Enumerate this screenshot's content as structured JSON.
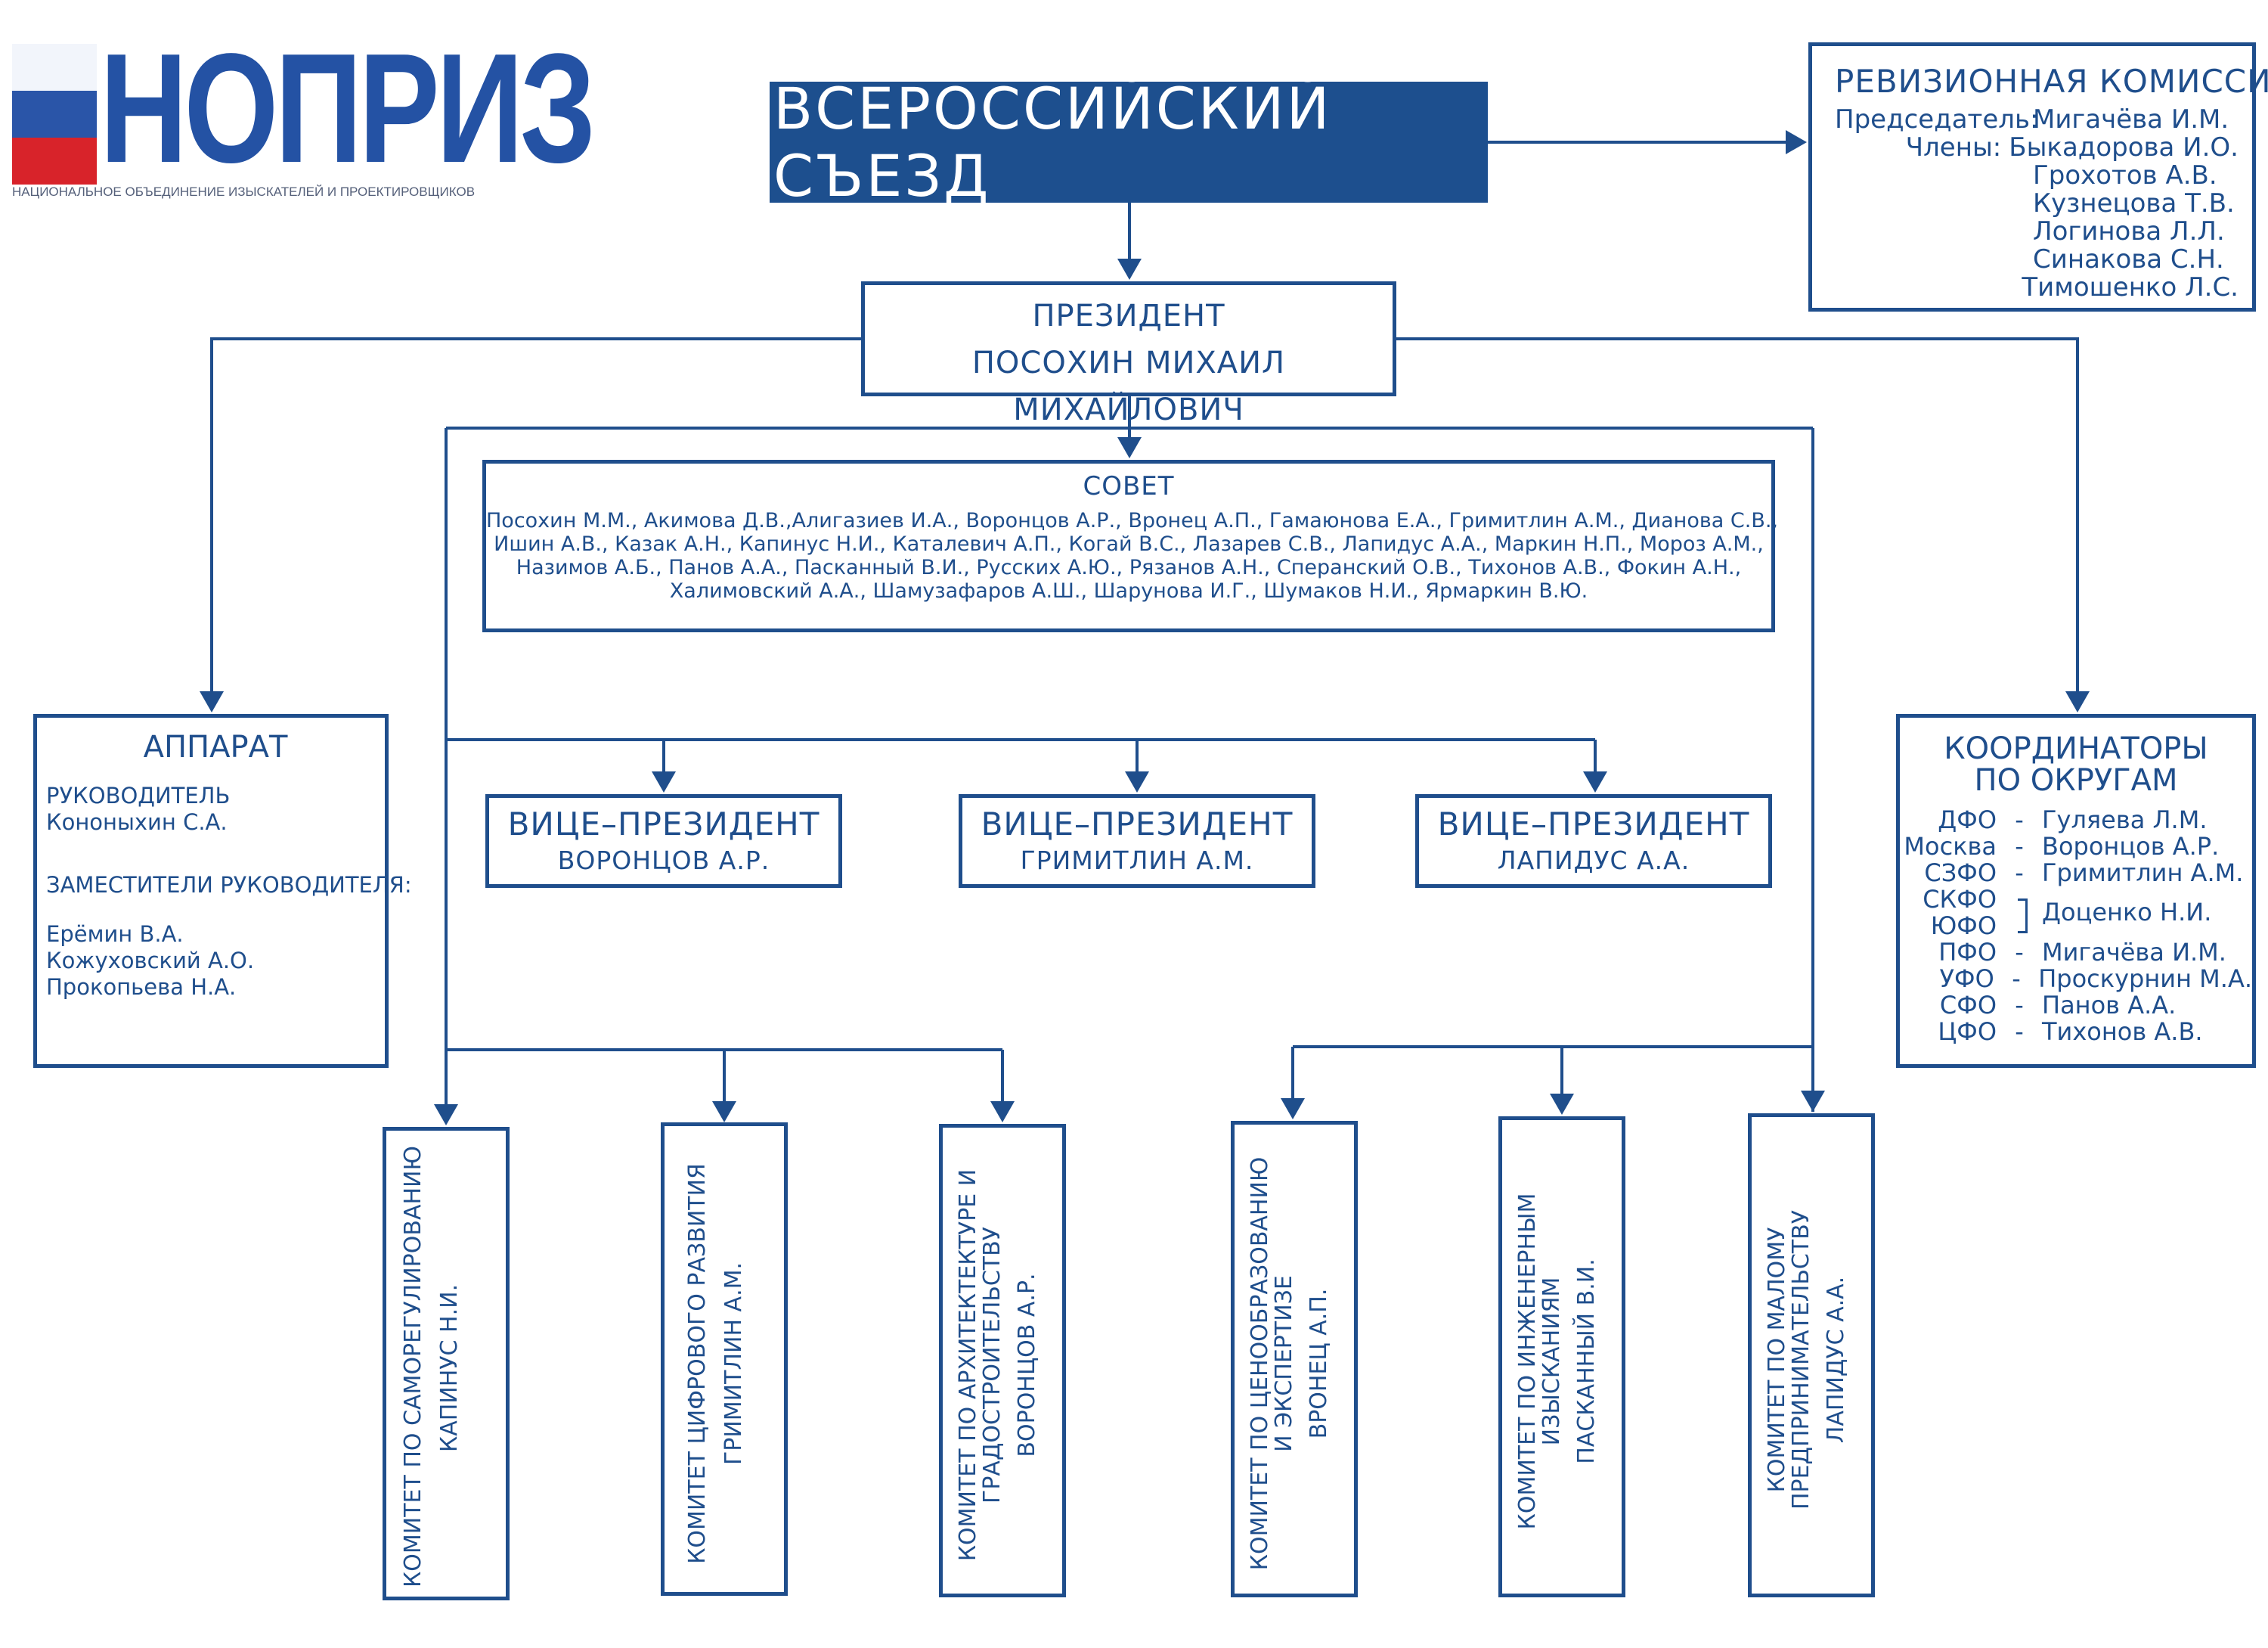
{
  "logo": {
    "name": "НОПРИЗ",
    "subtitle": "НАЦИОНАЛЬНОЕ ОБЪЕДИНЕНИЕ ИЗЫСКАТЕЛЕЙ И ПРОЕКТИРОВЩИКОВ"
  },
  "congress": {
    "title": "ВСЕРОССИЙСКИЙ СЪЕЗД"
  },
  "revision_commission": {
    "title": "РЕВИЗИОННАЯ КОМИССИЯ",
    "chair_label": "Председатель:",
    "chair": "Мигачёва И.М.",
    "members_label": "Члены:",
    "members": [
      "Быкадорова И.О.",
      "Грохотов А.В.",
      "Кузнецова Т.В.",
      "Логинова Л.Л.",
      "Синакова С.Н.",
      "Тимошенко Л.С."
    ]
  },
  "president": {
    "title": "ПРЕЗИДЕНТ",
    "name": "ПОСОХИН МИХАИЛ МИХАЙЛОВИЧ"
  },
  "council": {
    "title": "СОВЕТ",
    "lines": [
      "Посохин М.М., Акимова Д.В.,Алигазиев И.А., Воронцов А.Р., Вронец А.П., Гамаюнова Е.А., Гримитлин А.М., Дианова С.В.,",
      "Ишин А.В., Казак А.Н., Капинус Н.И., Каталевич А.П., Когай В.С., Лазарев С.В., Лапидус А.А., Маркин Н.П., Мороз А.М.,",
      "Назимов А.Б., Панов А.А., Пасканный В.И., Русских А.Ю., Рязанов А.Н., Сперанский О.В., Тихонов А.В., Фокин А.Н.,",
      "Халимовский А.А., Шамузафаров А.Ш., Шарунова И.Г., Шумаков Н.И., Ярмаркин В.Ю."
    ]
  },
  "apparatus": {
    "title": "АППАРАТ",
    "head_label": "РУКОВОДИТЕЛЬ",
    "head": "Кононыхин С.А.",
    "deputies_label": "ЗАМЕСТИТЕЛИ РУКОВОДИТЕЛЯ:",
    "deputies": [
      "Ерёмин В.А.",
      "Кожуховский А.О.",
      "Прокопьева Н.А."
    ]
  },
  "coordinators": {
    "title_line1": "КООРДИНАТОРЫ",
    "title_line2": "ПО ОКРУГАМ",
    "rows": [
      {
        "district": "ДФО",
        "dash": "-",
        "person": "Гуляева Л.М."
      },
      {
        "district": "Москва",
        "dash": "-",
        "person": "Воронцов А.Р."
      },
      {
        "district": "СЗФО",
        "dash": "-",
        "person": "Гримитлин А.М."
      },
      {
        "district": "СКФО",
        "dash": "",
        "person": ""
      },
      {
        "district": "ЮФО",
        "dash": "",
        "person": "Доценко Н.И."
      },
      {
        "district": "ПФО",
        "dash": "-",
        "person": "Мигачёва И.М."
      },
      {
        "district": "УФО",
        "dash": "-",
        "person": "Проскурнин М.А."
      },
      {
        "district": "СФО",
        "dash": "-",
        "person": "Панов А.А."
      },
      {
        "district": "ЦФО",
        "dash": "-",
        "person": "Тихонов А.В."
      }
    ]
  },
  "vice_presidents": [
    {
      "title": "ВИЦЕ–ПРЕЗИДЕНТ",
      "name": "ВОРОНЦОВ А.Р."
    },
    {
      "title": "ВИЦЕ–ПРЕЗИДЕНТ",
      "name": "ГРИМИТЛИН А.М."
    },
    {
      "title": "ВИЦЕ–ПРЕЗИДЕНТ",
      "name": "ЛАПИДУС А.А."
    }
  ],
  "committees": [
    {
      "line1": "КОМИТЕТ ПО САМОРЕГУЛИРОВАНИЮ",
      "line2": "",
      "head": "КАПИНУС Н.И."
    },
    {
      "line1": "КОМИТЕТ ЦИФРОВОГО РАЗВИТИЯ",
      "line2": "",
      "head": "ГРИМИТЛИН А.М."
    },
    {
      "line1": "КОМИТЕТ ПО АРХИТЕКТЕКТУРЕ И",
      "line2": "ГРАДОСТРОИТЕЛЬСТВУ",
      "head": "ВОРОНЦОВ А.Р."
    },
    {
      "line1": "КОМИТЕТ ПО ЦЕНООБРАЗОВАНИЮ",
      "line2": "И ЭКСПЕРТИЗЕ",
      "head": "ВРОНЕЦ А.П."
    },
    {
      "line1": "КОМИТЕТ ПО ИНЖЕНЕРНЫМ",
      "line2": "ИЗЫСКАНИЯМ",
      "head": "ПАСКАННЫЙ В.И."
    },
    {
      "line1": "КОМИТЕТ ПО МАЛОМУ",
      "line2": "ПРЕДПРИНИМАТЕЛЬСТВУ",
      "head": "ЛАПИДУС А.А."
    }
  ]
}
